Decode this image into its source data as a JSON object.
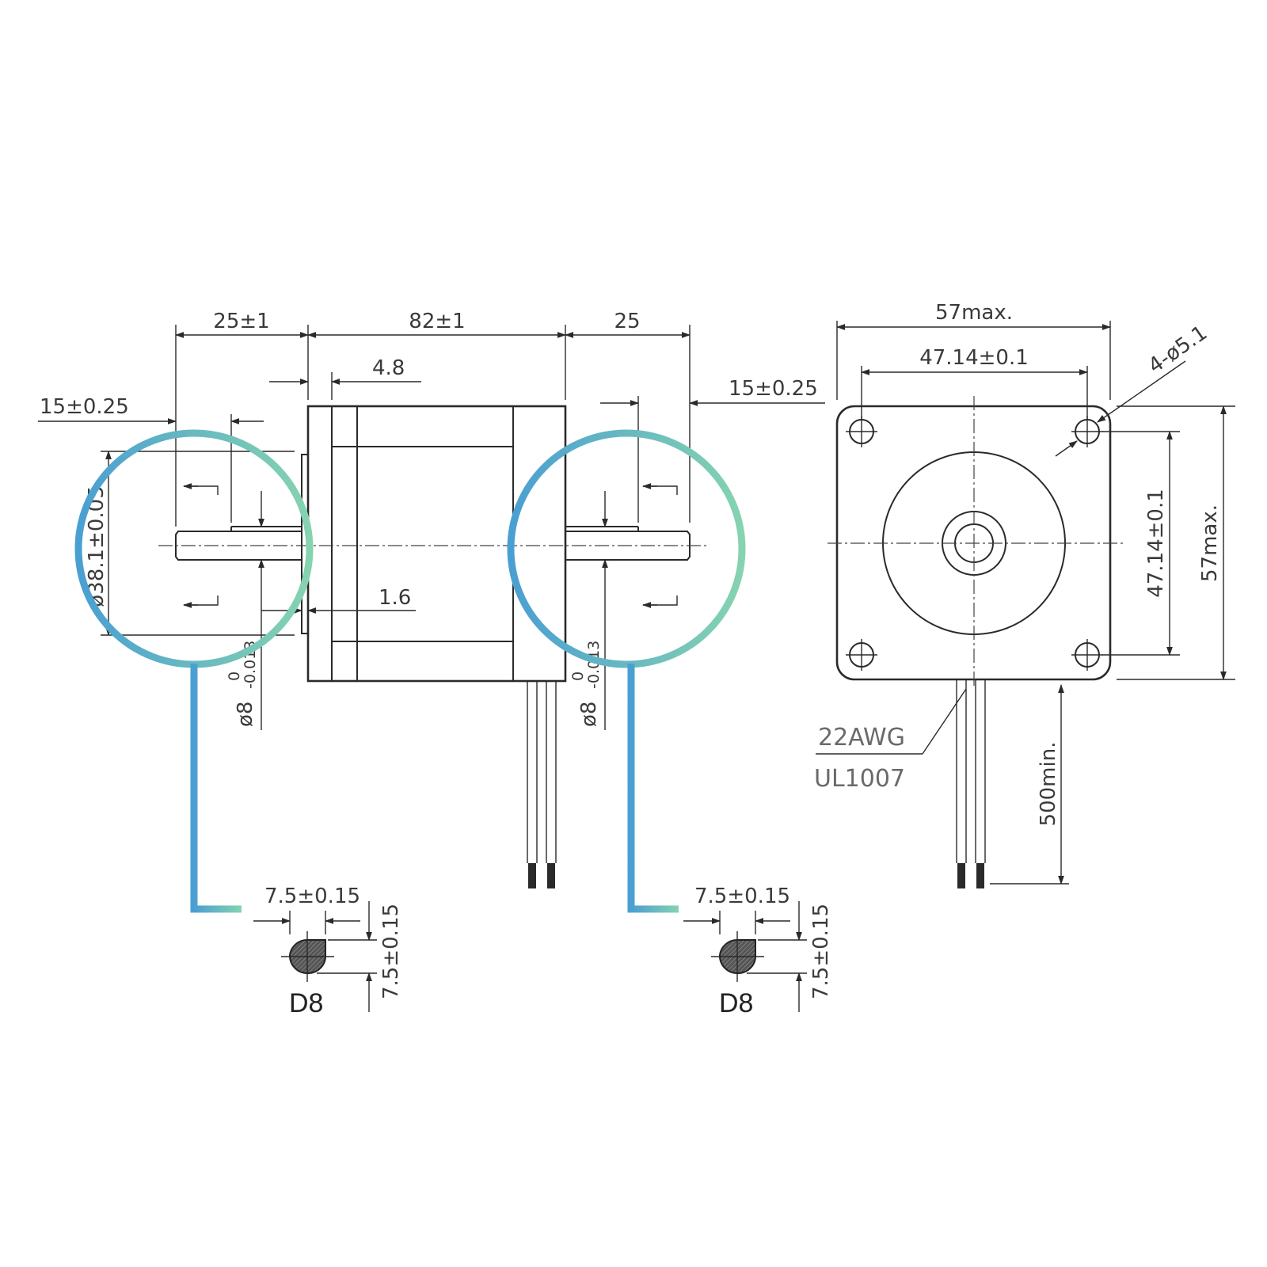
{
  "side_view": {
    "shaft_length_left": "25±1",
    "body_length": "82±1",
    "shaft_length_right": "25",
    "flange_thickness": "4.8",
    "pilot_thickness": "1.6",
    "flat_length_left": "15±0.25",
    "flat_length_right": "15±0.25",
    "pilot_diameter": "ø38.1±0.05",
    "shaft_diameter_left": "ø8",
    "shaft_diameter_right": "ø8",
    "shaft_tol_upper": "0",
    "shaft_tol_lower": "-0.013"
  },
  "front_view": {
    "width": "57max.",
    "hole_spacing_x": "47.14±0.1",
    "mounting_holes": "4-ø5.1",
    "hole_spacing_y": "47.14±0.1",
    "height": "57max.",
    "lead_length": "500min.",
    "wire_gauge": "22AWG",
    "wire_standard": "UL1007"
  },
  "shaft_sections": [
    {
      "width": "7.5±0.15",
      "height": "7.5±0.15",
      "label": "D8"
    },
    {
      "width": "7.5±0.15",
      "height": "7.5±0.15",
      "label": "D8"
    }
  ],
  "colors": {
    "highlight_blue": "#4a9fd2",
    "highlight_green": "#86d3b0",
    "line": "#2a2a2a"
  }
}
